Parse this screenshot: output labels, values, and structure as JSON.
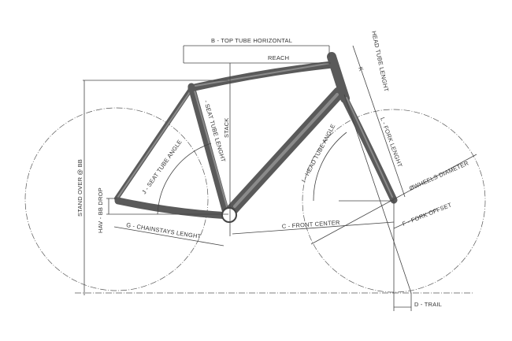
{
  "labels": {
    "top_tube_horizontal": "B - TOP TUBE HORIZONTAL",
    "reach": "REACH",
    "stack": "STACK",
    "seat_tube_length": "- SEAT TUBE LENGHT",
    "seat_tube_angle": "J - SEAT TUBE ANGLE",
    "stand_over": "STAND OVER @ BB",
    "bb_drop": "HAV - BB DROP",
    "chainstays_length": "G - CHAINSTAYS LENGHT",
    "front_center": "C - FRONT CENTER",
    "head_tube_angle": "I - HEAD TUBE ANGLE",
    "fork_length": "L - FORK LENGHT",
    "wheels_diameter": "ØWHEELS DIAMETER",
    "fork_offset": "F - FORK OFFSET",
    "trail": "D - TRAIL",
    "head_tube_length": "HEAD TUBE LENGHT",
    "k": "K"
  },
  "colors": {
    "frame": "#5a5a5a",
    "lines": "#444444",
    "background": "#ffffff"
  }
}
